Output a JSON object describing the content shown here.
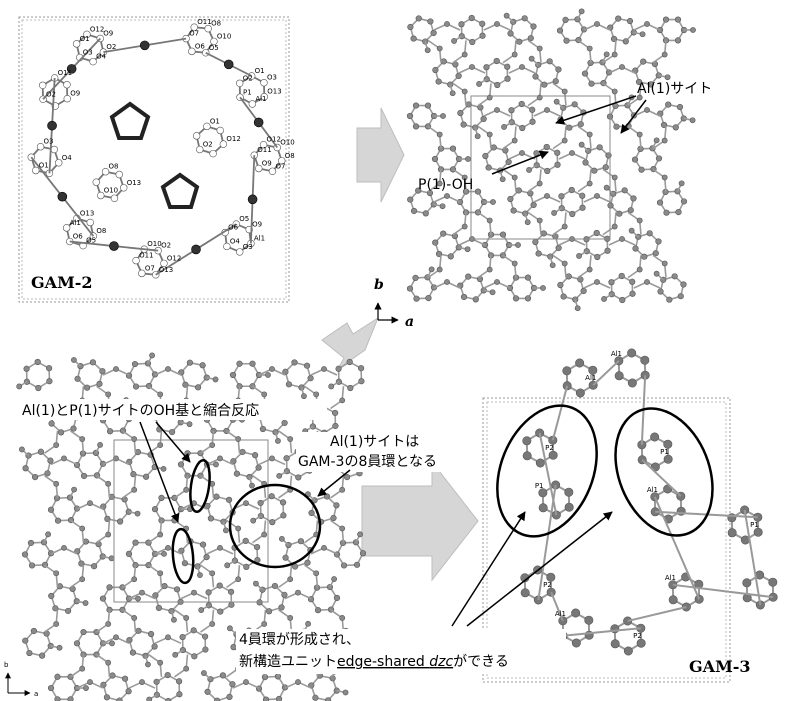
{
  "panels": {
    "gam2": {
      "label": "GAM-2"
    },
    "gam3": {
      "label": "GAM-3"
    }
  },
  "axes": {
    "main": {
      "b": "b",
      "a": "a"
    },
    "small": {
      "b": "b",
      "a": "a"
    }
  },
  "annotations": {
    "al1_site": "Al(1)サイト",
    "p1_oh": "P(1)-OH",
    "condensation": "Al(1)とP(1)サイトのOH基と縮合反応",
    "al1_ring_line1": "Al(1)サイトは",
    "al1_ring_line2": "GAM-3の8員環となる",
    "four_ring_line1": "4員環が形成され、",
    "four_ring_line2_prefix": "新構造ユニット",
    "four_ring_line2_term": "edge-shared ",
    "four_ring_line2_italic": "dzc",
    "four_ring_line2_suffix": "ができる"
  },
  "atom_labels": {
    "gam2": [
      "O2",
      "O4",
      "O3",
      "O1",
      "O12",
      "O9",
      "O10",
      "O5",
      "O6",
      "O7",
      "O11",
      "O8",
      "O13",
      "Al1",
      "P1",
      "O2",
      "O1",
      "O3",
      "O8",
      "O7",
      "O9",
      "O11",
      "O12",
      "O10",
      "Al1",
      "O3",
      "O4",
      "O6",
      "O5",
      "O9",
      "O12",
      "O13",
      "O7",
      "O11",
      "O10",
      "O2",
      "O8",
      "O5",
      "O6",
      "Al1",
      "O13",
      "O4",
      "O1",
      "O3",
      "O9",
      "O2",
      "O11",
      "O13",
      "O10",
      "O8",
      "O12",
      "O2",
      "O1",
      "O4",
      "O6"
    ],
    "gam3": [
      "Al1",
      "Al1",
      "P2",
      "P1",
      "P1",
      "Al1",
      "P2",
      "Al1",
      "P2",
      "Al1",
      "P1"
    ]
  },
  "colors": {
    "arrow_fill": "#cfcfcf",
    "arrow_stroke": "#b5b5b5",
    "atom_gray": "#8a8a8a",
    "atom_dark": "#333333",
    "bond_gray": "#9a9a9a"
  }
}
